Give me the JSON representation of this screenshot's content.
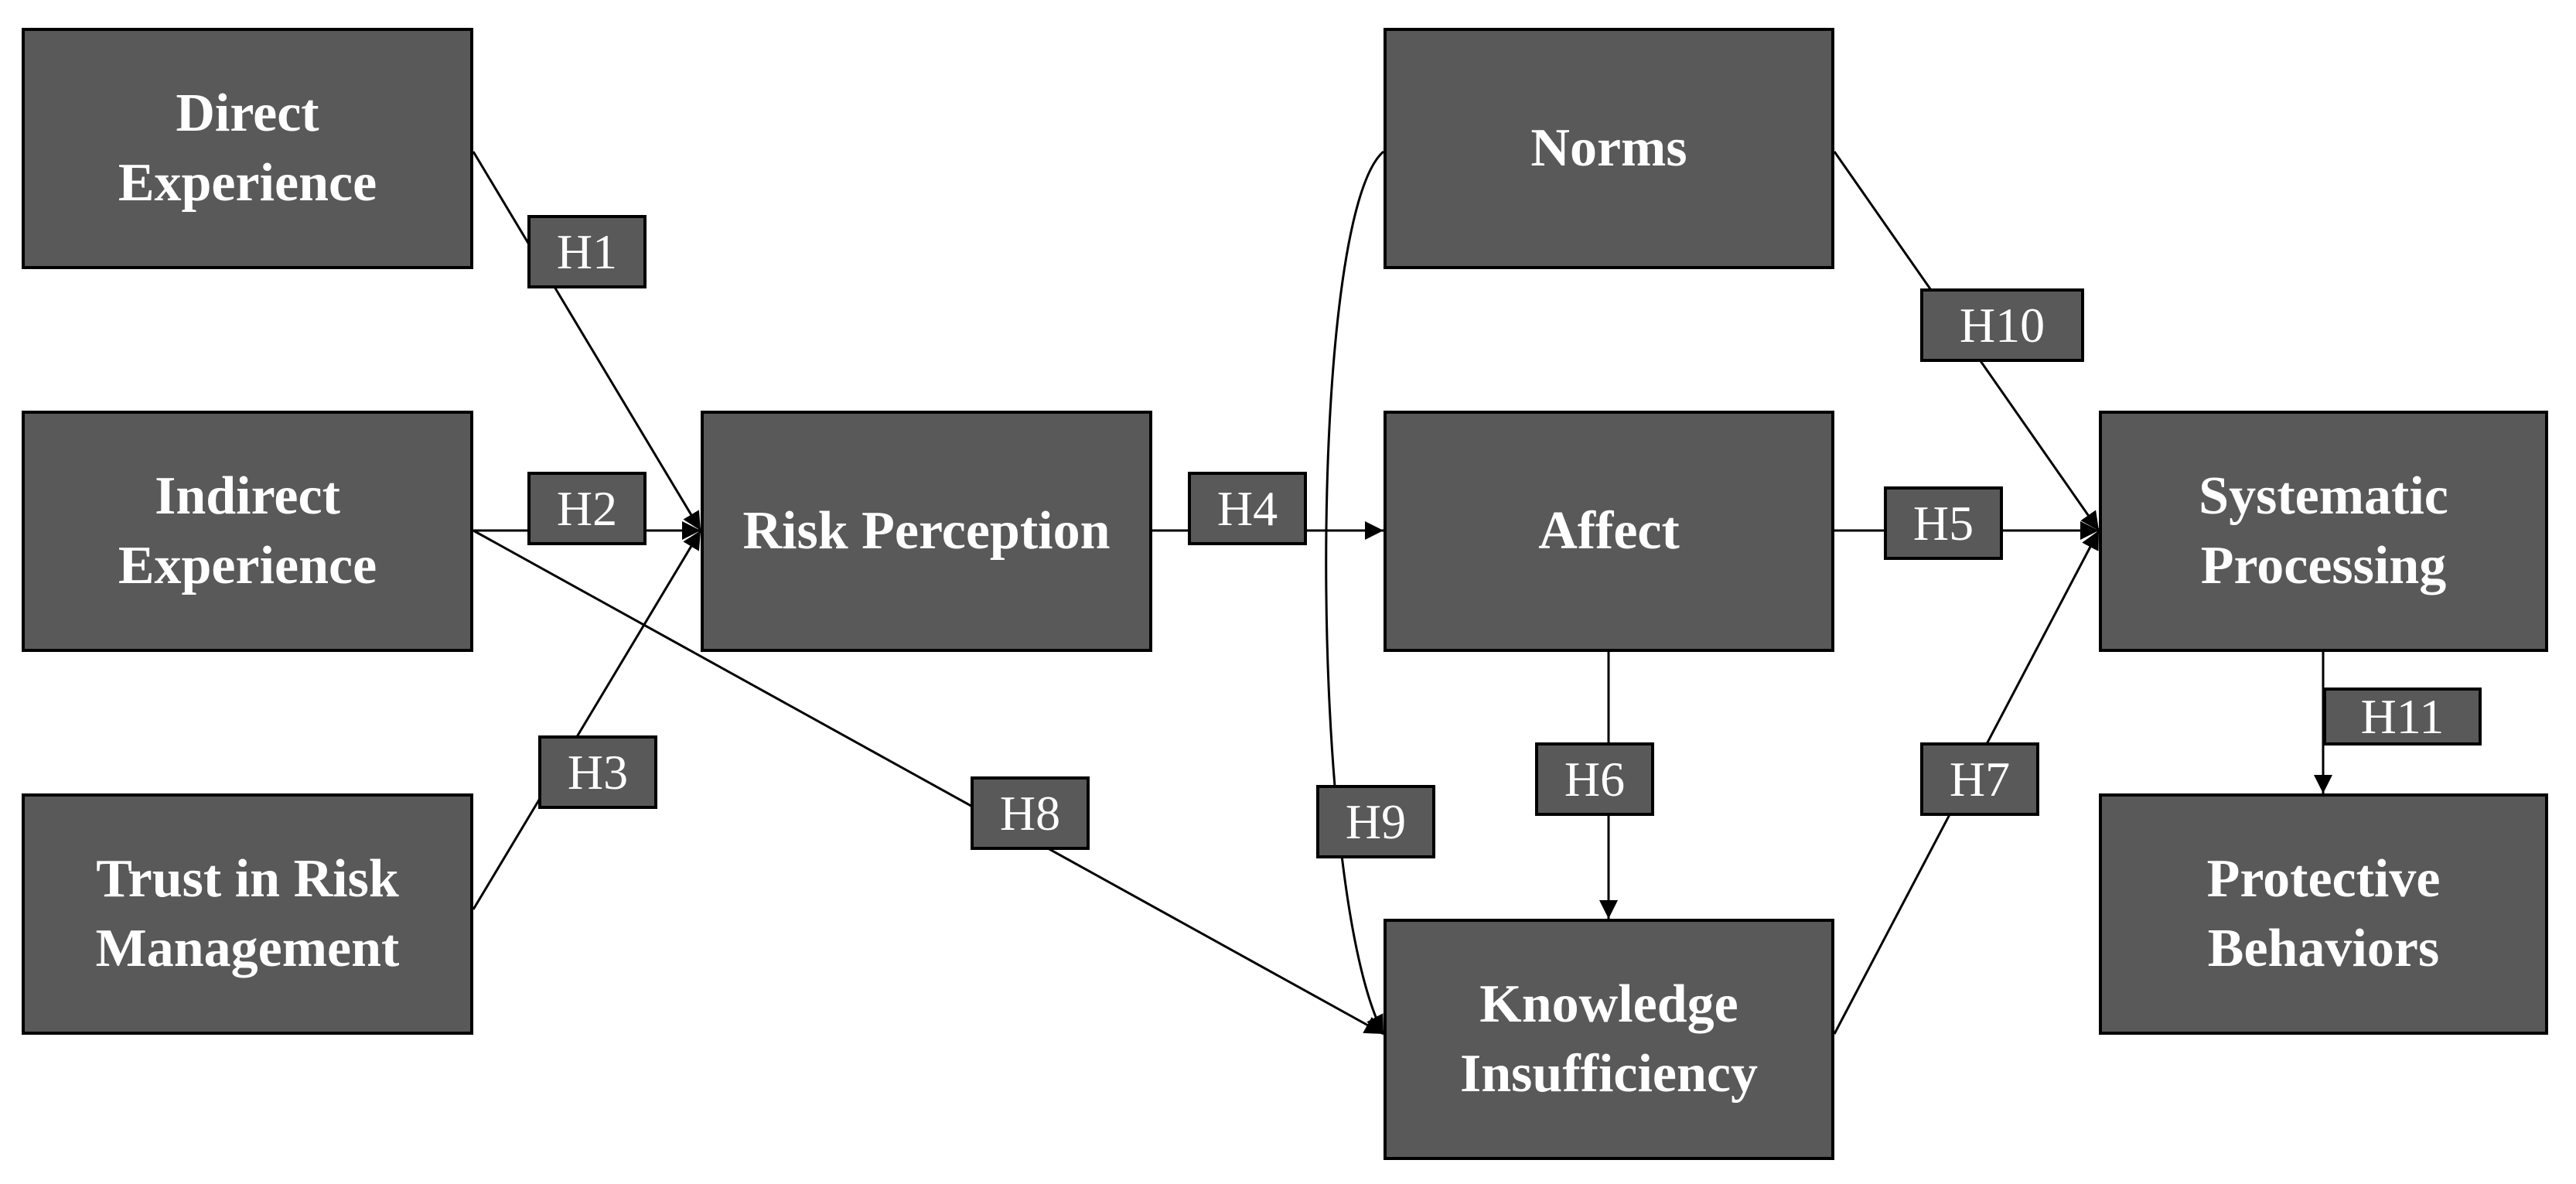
{
  "colors": {
    "node_fill": "#595959",
    "node_border": "#000000",
    "text": "#ffffff",
    "edge": "#000000"
  },
  "nodes": {
    "direct_experience": {
      "line1": "Direct",
      "line2": "Experience"
    },
    "indirect_experience": {
      "line1": "Indirect",
      "line2": "Experience"
    },
    "trust_in_risk_management": {
      "line1": "Trust in Risk",
      "line2": "Management"
    },
    "risk_perception": {
      "line1": "Risk Perception"
    },
    "norms": {
      "line1": "Norms"
    },
    "affect": {
      "line1": "Affect"
    },
    "knowledge_insufficiency": {
      "line1": "Knowledge",
      "line2": "Insufficiency"
    },
    "systematic_processing": {
      "line1": "Systematic",
      "line2": "Processing"
    },
    "protective_behaviors": {
      "line1": "Protective",
      "line2": "Behaviors"
    }
  },
  "hypotheses": {
    "h1": "H1",
    "h2": "H2",
    "h3": "H3",
    "h4": "H4",
    "h5": "H5",
    "h6": "H6",
    "h7": "H7",
    "h8": "H8",
    "h9": "H9",
    "h10": "H10",
    "h11": "H11"
  },
  "edges": [
    {
      "from": "Direct Experience",
      "to": "Risk Perception",
      "label": "H1"
    },
    {
      "from": "Indirect Experience",
      "to": "Risk Perception",
      "label": "H2"
    },
    {
      "from": "Trust in Risk Management",
      "to": "Risk Perception",
      "label": "H3"
    },
    {
      "from": "Risk Perception",
      "to": "Affect",
      "label": "H4"
    },
    {
      "from": "Affect",
      "to": "Systematic Processing",
      "label": "H5"
    },
    {
      "from": "Affect",
      "to": "Knowledge Insufficiency",
      "label": "H6"
    },
    {
      "from": "Knowledge Insufficiency",
      "to": "Systematic Processing",
      "label": "H7"
    },
    {
      "from": "Indirect Experience",
      "to": "Knowledge Insufficiency",
      "label": "H8"
    },
    {
      "from": "Norms",
      "to": "Knowledge Insufficiency",
      "label": "H9"
    },
    {
      "from": "Norms",
      "to": "Systematic Processing",
      "label": "H10"
    },
    {
      "from": "Systematic Processing",
      "to": "Protective Behaviors",
      "label": "H11"
    }
  ]
}
